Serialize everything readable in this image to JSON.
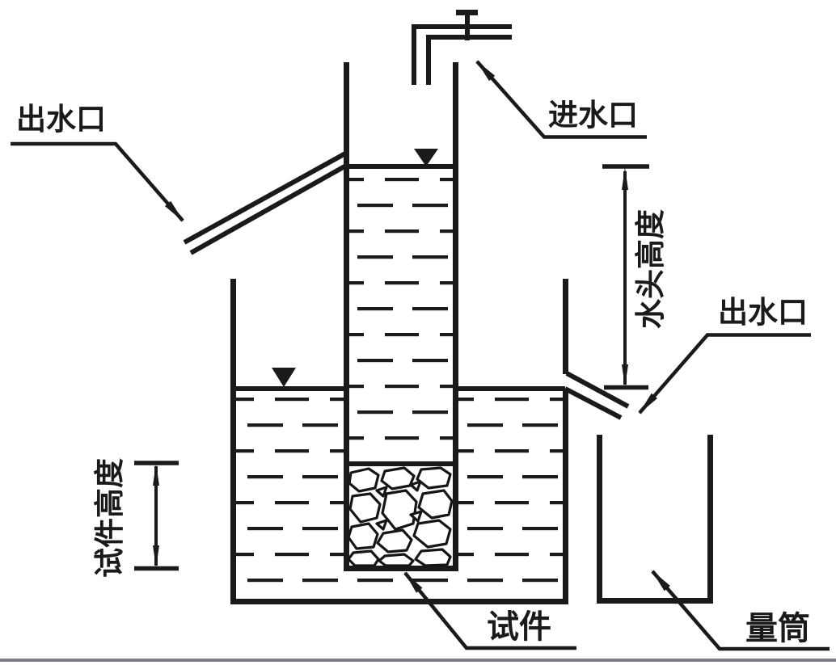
{
  "diagram": {
    "kind": "constant-head-permeability-apparatus",
    "labels": {
      "outlet_top_left": "出水口",
      "inlet": "进水口",
      "head_height": "水头高度",
      "outlet_right": "出水口",
      "specimen_height": "试件高度",
      "specimen": "试件",
      "measuring_cylinder": "量筒"
    },
    "colors": {
      "ink": "#1a1a1a",
      "background": "#ffffff",
      "footer_rule": "#7d7d85"
    }
  }
}
